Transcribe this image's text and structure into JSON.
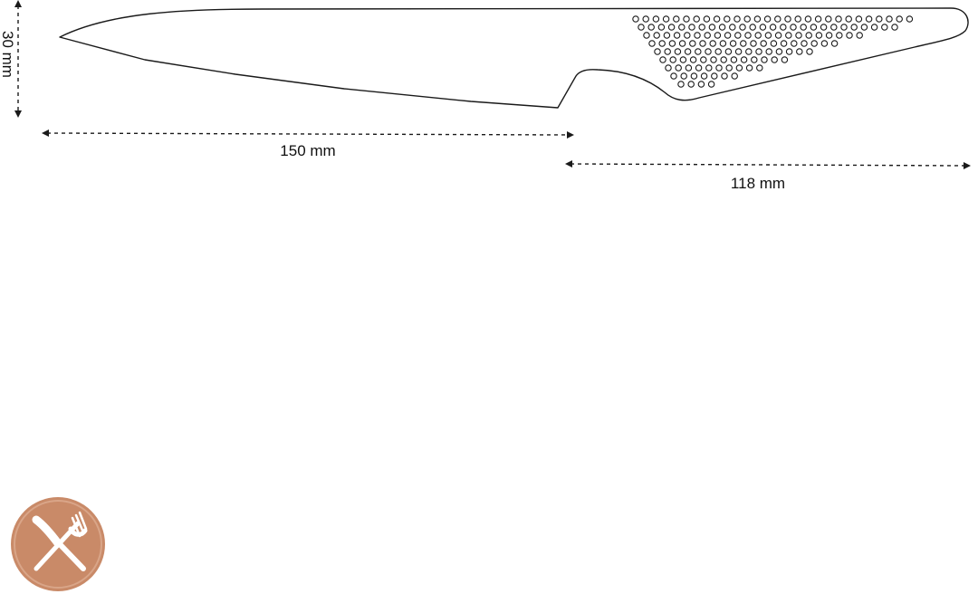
{
  "dimensions": {
    "height_label": "30 mm",
    "blade_length_label": "150 mm",
    "handle_length_label": "118 mm"
  },
  "badge": {
    "icon": "cutlery-icon",
    "color": "#c98a68"
  }
}
